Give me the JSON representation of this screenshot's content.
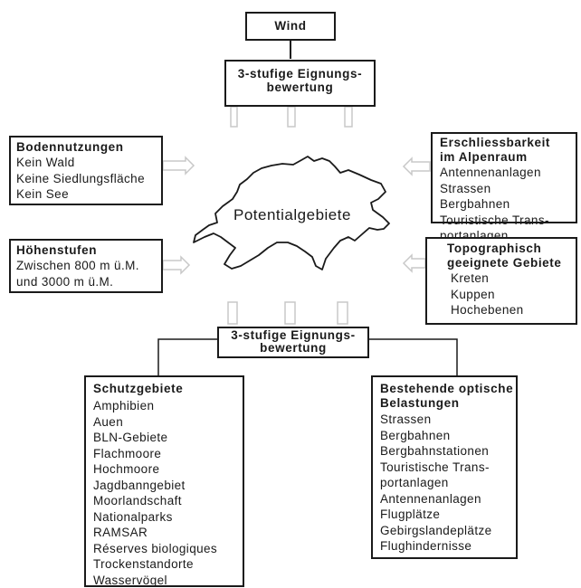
{
  "wind": {
    "title": "Wind"
  },
  "top_rating": {
    "title": "3-stufige Eignungs-\nbewertung"
  },
  "bottom_rating": {
    "title": "3-stufige Eignungs-\nbewertung"
  },
  "center": {
    "label": "Potentialgebiete"
  },
  "land_use": {
    "title": "Bodennutzungen",
    "items": [
      "Kein Wald",
      "Keine Siedlungsfläche",
      "Kein See"
    ]
  },
  "altitude": {
    "title": "Höhenstufen",
    "items": [
      "Zwischen 800 m ü.M.",
      "und 3000 m ü.M."
    ]
  },
  "access": {
    "title": "Erschliessbarkeit\nim Alpenraum",
    "items": [
      "Antennenanlagen",
      "Strassen",
      "Bergbahnen",
      "Touristische Trans-",
      "portanlagen"
    ]
  },
  "topography": {
    "title": "Topographisch\ngeeignete Gebiete",
    "items": [
      "Kreten",
      "Kuppen",
      "Hochebenen"
    ]
  },
  "protected": {
    "title": "Schutzgebiete",
    "items": [
      "Amphibien",
      "Auen",
      "BLN-Gebiete",
      "Flachmoore",
      "Hochmoore",
      "Jagdbanngebiet",
      "Moorlandschaft",
      "Nationalparks",
      "RAMSAR",
      "Réserves biologiques",
      "Trockenstandorte",
      "Wasservögel"
    ]
  },
  "visual_load": {
    "title": "Bestehende optische\nBelastungen",
    "items": [
      "Strassen",
      "Bergbahnen",
      "Bergbahnstationen",
      "Touristische Trans-",
      "portanlagen",
      "Antennenanlagen",
      "Flugplätze",
      "Gebirgslandeplätze",
      "Flughindernisse"
    ]
  },
  "colors": {
    "line": "#1a1a1a",
    "arrow": "#c8c8c8",
    "background": "#ffffff"
  }
}
